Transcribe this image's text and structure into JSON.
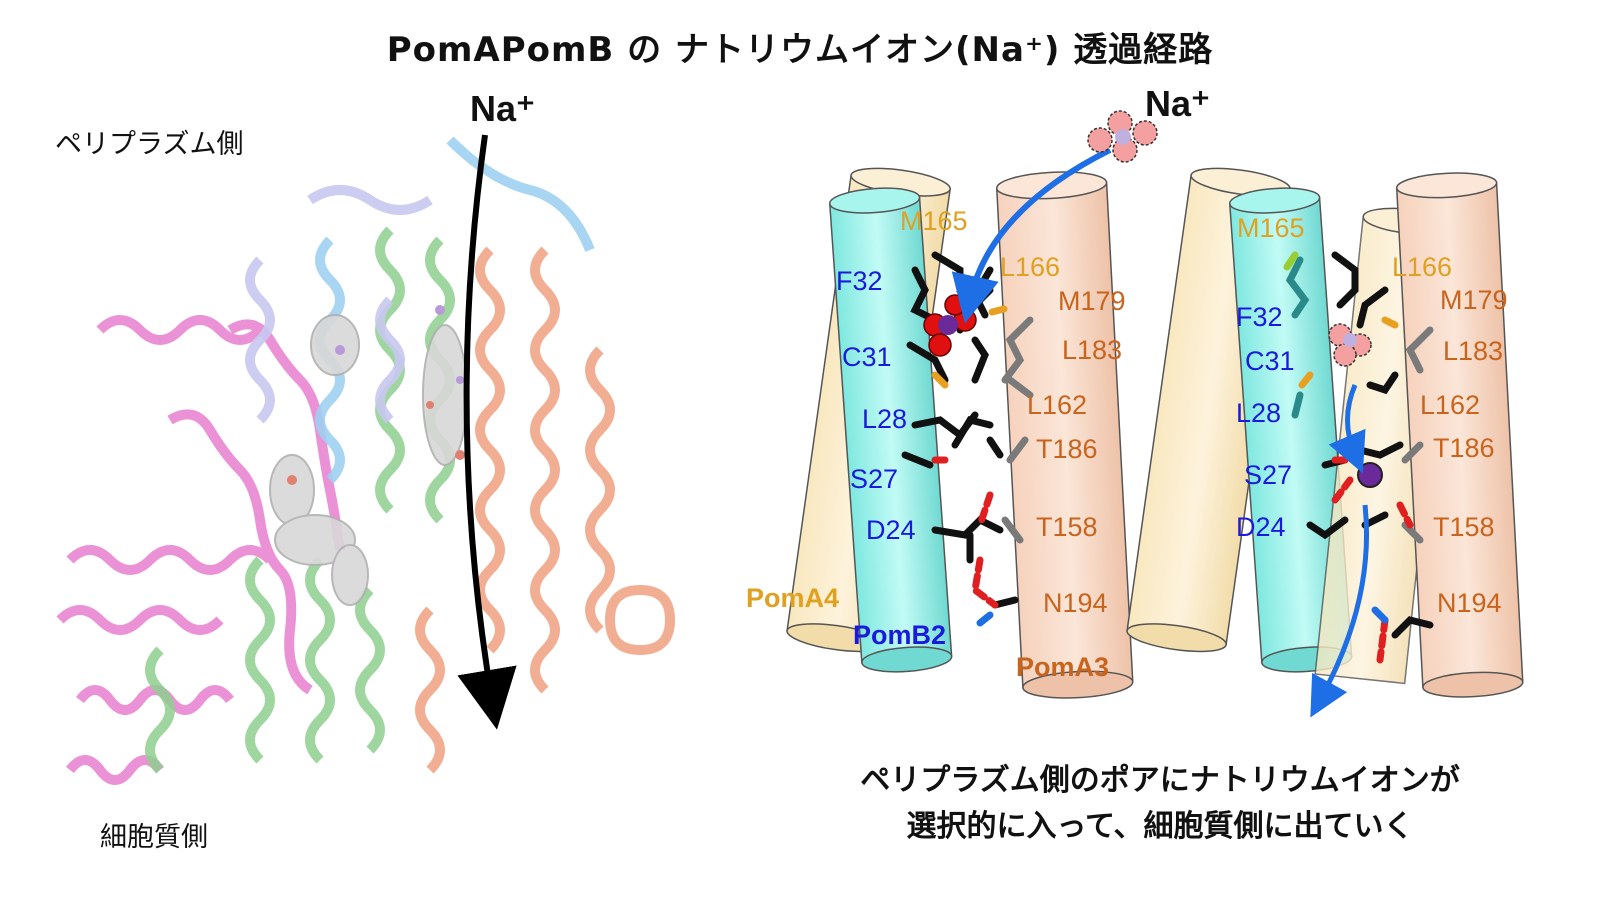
{
  "title": "PomAPomB の ナトリウムイオン(Na⁺) 透過経路",
  "left_panel": {
    "periplasm_label": "ペリプラズム側",
    "cytoplasm_label": "細胞質側",
    "ion_label": "Na⁺"
  },
  "right_panel": {
    "ion_label": "Na⁺",
    "left_diagram": {
      "residues_pomA4": [
        "M165"
      ],
      "residues_pomB2": [
        "F32",
        "C31",
        "L28",
        "S27",
        "D24"
      ],
      "residues_pomA3": [
        "L166",
        "M179",
        "L183",
        "L162",
        "T186",
        "T158",
        "N194"
      ],
      "chain_pomA4": "PomA4",
      "chain_pomB2": "PomB2",
      "chain_pomA3": "PomA3"
    },
    "right_diagram": {
      "residues_pomA4": [
        "M165"
      ],
      "residues_pomB2": [
        "F32",
        "C31",
        "L28",
        "S27",
        "D24"
      ],
      "residues_pomA3": [
        "L166",
        "M179",
        "L183",
        "L162",
        "T186",
        "T158",
        "N194"
      ]
    },
    "caption_line1": "ペリプラズム側のポアにナトリウムイオンが",
    "caption_line2": "選択的に入って、細胞質側に出ていく"
  },
  "colors": {
    "pomA4": "#e0a020",
    "pomB2": "#1a1adc",
    "pomA3": "#c8641e",
    "arrow_blue": "#1e6ee6",
    "sodium": "#6a2a9a"
  }
}
